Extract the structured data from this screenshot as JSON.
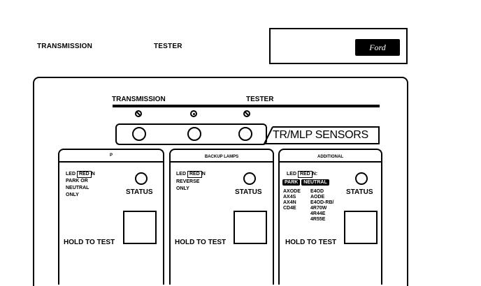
{
  "header": {
    "left": "TRANSMISSION",
    "right": "TESTER",
    "logo": "Ford"
  },
  "panel": {
    "bar_left": "TRANSMISSION",
    "bar_right": "TESTER",
    "sensor_label": "TR/MLP SENSORS",
    "leds": [
      "led-slashed-icon",
      "led-dot-icon",
      "led-slashed-icon"
    ]
  },
  "sections": [
    {
      "title": "P",
      "led_prefix": "LED",
      "led_state": "RED",
      "led_suffix": "N",
      "lines": [
        "PARK OR",
        "NEUTRAL",
        "ONLY"
      ],
      "status": "STATUS",
      "hold": "HOLD TO TEST"
    },
    {
      "title": "BACKUP LAMPS",
      "led_prefix": "LED",
      "led_state": "RED",
      "led_suffix": "N",
      "lines": [
        "REVERSE",
        "ONLY"
      ],
      "status": "STATUS",
      "hold": "HOLD TO TEST"
    },
    {
      "title": "ADDITIONAL",
      "led_prefix": "LED",
      "led_state": "RED",
      "led_suffix": "N:",
      "park": "PARK",
      "neutral": "NEUTRAL",
      "col_a": [
        "AXODE",
        "AX4S",
        "AX4N",
        "CD4E"
      ],
      "col_b": [
        "E4OD",
        "AODE",
        "E4OD-RB/",
        "4R70W",
        "4R44E",
        "4R55E"
      ],
      "status": "STATUS",
      "hold": "HOLD TO TEST"
    }
  ]
}
